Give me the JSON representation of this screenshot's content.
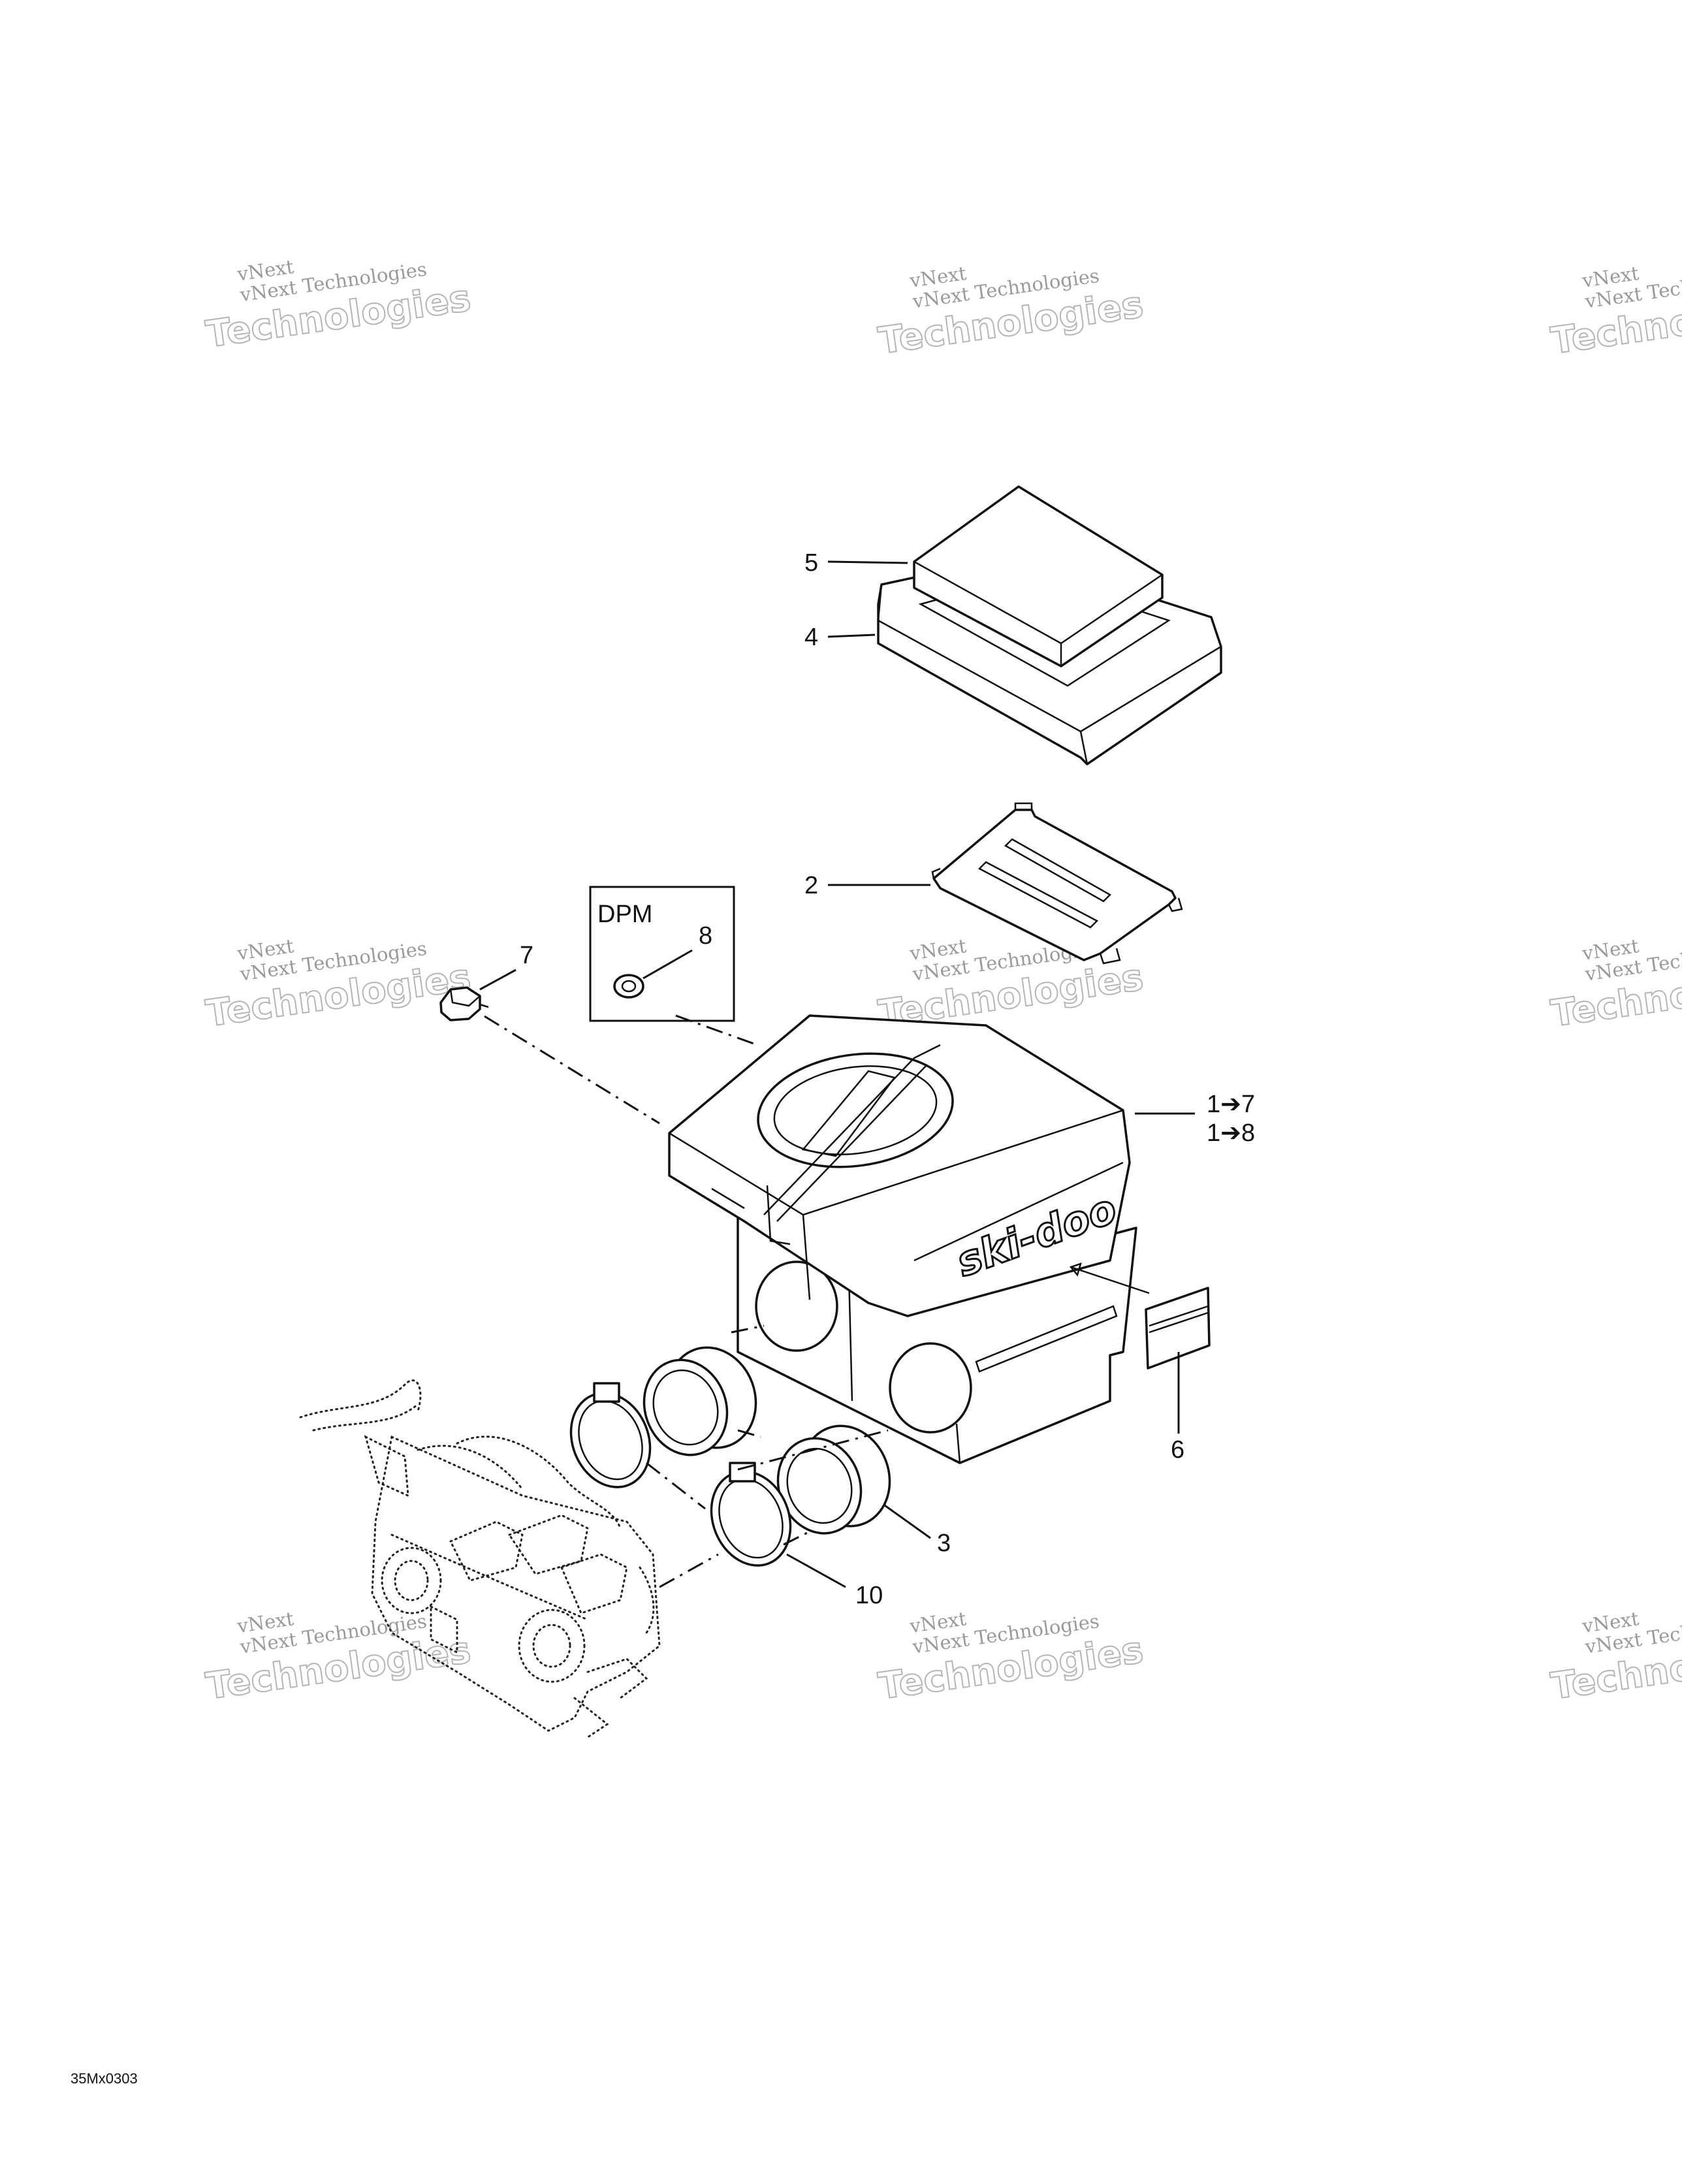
{
  "diagram": {
    "callouts": {
      "c5": "5",
      "c4": "4",
      "c2": "2",
      "c7": "7",
      "c8": "8",
      "c17": "1➔7",
      "c18": "1➔8",
      "c6": "6",
      "c3": "3",
      "c10": "10"
    },
    "inset_label": "DPM",
    "housing_logo": "ski-doo",
    "drawing_code": "35Mx0303"
  },
  "watermark": {
    "line_small": "vNext Technologies",
    "line_top": "vNext",
    "line_big": "Technologies"
  }
}
